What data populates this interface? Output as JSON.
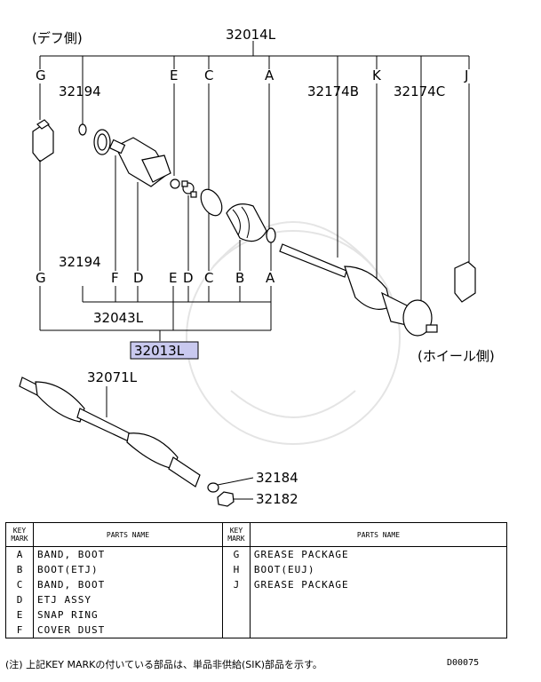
{
  "labels": {
    "diff_side": "(デフ側)",
    "wheel_side": "(ホイール側)",
    "p32014L": "32014L",
    "p32194_top": "32194",
    "p32194_bottom": "32194",
    "p32174B": "32174B",
    "p32174C": "32174C",
    "p32043L": "32043L",
    "p32013L": "32013L",
    "p32071L": "32071L",
    "p32184": "32184",
    "p32182": "32182"
  },
  "top_letters": [
    "G",
    "E",
    "C",
    "A",
    "K",
    "J"
  ],
  "bottom_letters": [
    "G",
    "F",
    "D",
    "E",
    "D",
    "C",
    "B",
    "A"
  ],
  "table": {
    "header_key": "KEY MARK",
    "header_name": "PARTS NAME",
    "left_rows": [
      {
        "key": "A",
        "name": "BAND, BOOT"
      },
      {
        "key": "B",
        "name": "BOOT(ETJ)"
      },
      {
        "key": "C",
        "name": "BAND, BOOT"
      },
      {
        "key": "D",
        "name": "ETJ ASSY"
      },
      {
        "key": "E",
        "name": "SNAP RING"
      },
      {
        "key": "F",
        "name": "COVER DUST"
      }
    ],
    "right_rows": [
      {
        "key": "G",
        "name": "GREASE PACKAGE"
      },
      {
        "key": "H",
        "name": "BOOT(EUJ)"
      },
      {
        "key": "J",
        "name": "GREASE PACKAGE"
      },
      {
        "key": "",
        "name": ""
      },
      {
        "key": "",
        "name": ""
      },
      {
        "key": "",
        "name": ""
      }
    ]
  },
  "note": "(注) 上記KEY MARKの付いている部品は、単品非供給(SIK)部品を示す。",
  "code": "D00075"
}
